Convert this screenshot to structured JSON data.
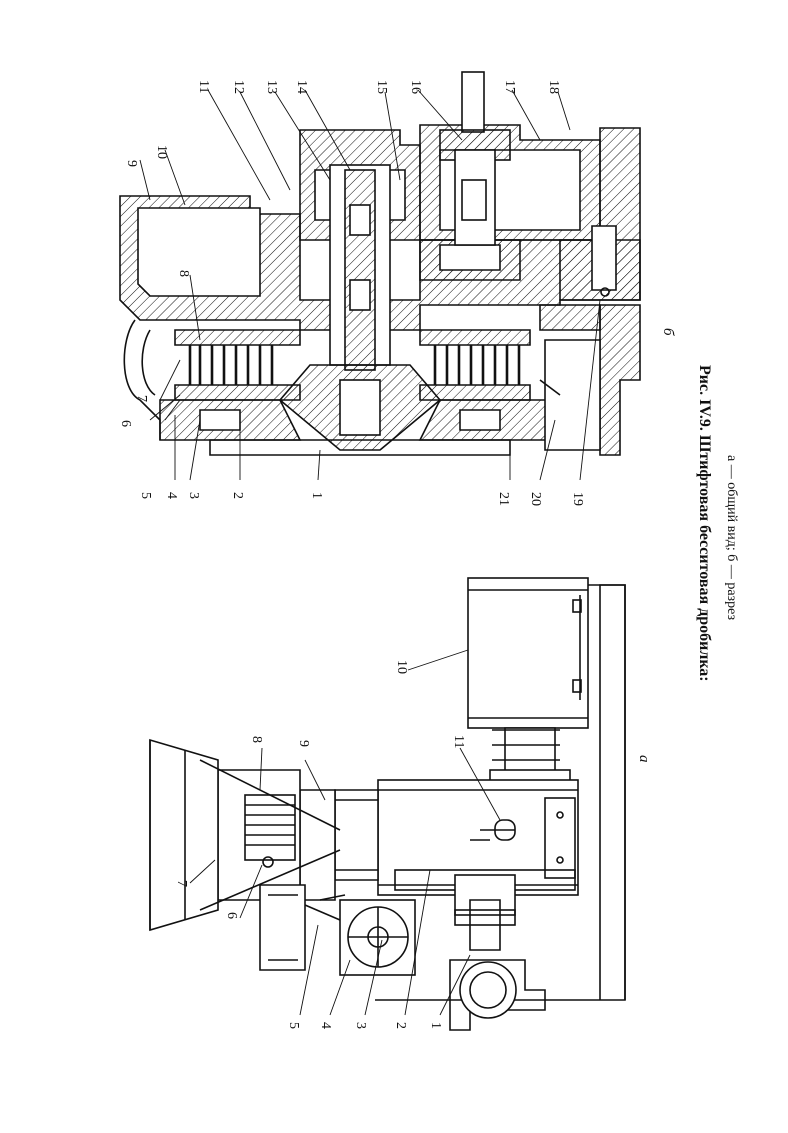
{
  "caption": {
    "title": "Рис. IV.9. Штифтовая бесситовая дробилка:",
    "subtitle": "а — общий вид; б — разрез"
  },
  "figure_a": {
    "label": "а",
    "callouts": [
      "1",
      "2",
      "3",
      "4",
      "5",
      "6",
      "7",
      "8",
      "9",
      "10",
      "11"
    ]
  },
  "figure_b": {
    "label": "б",
    "callouts": [
      "1",
      "2",
      "3",
      "4",
      "5",
      "6",
      "7",
      "8",
      "9",
      "10",
      "11",
      "12",
      "13",
      "14",
      "15",
      "16",
      "17",
      "18",
      "19",
      "20",
      "21"
    ]
  }
}
